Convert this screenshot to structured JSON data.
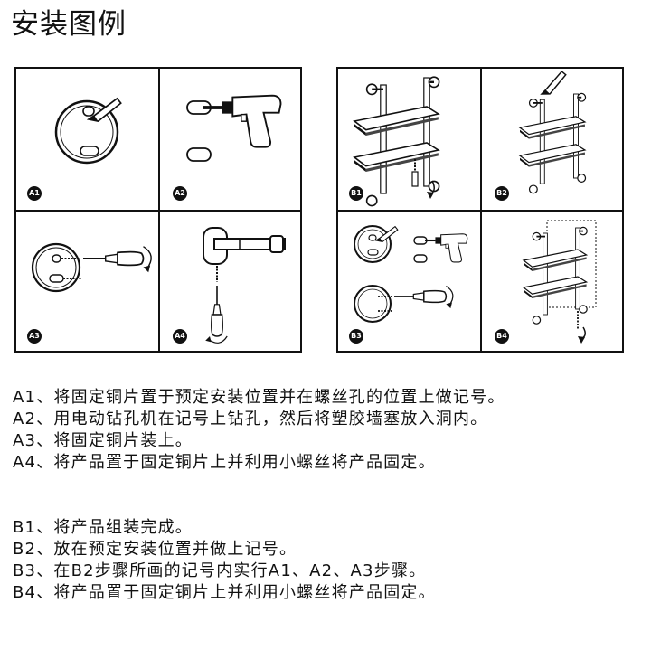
{
  "title": "安装图例",
  "badges": {
    "a1": "A1",
    "a2": "A2",
    "a3": "A3",
    "a4": "A4",
    "b1": "B1",
    "b2": "B2",
    "b3": "B3",
    "b4": "B4"
  },
  "steps_a": [
    "A1、将固定铜片置于预定安装位置并在螺丝孔的位置上做记号。",
    "A2、用电动钻孔机在记号上钻孔，然后将塑胶墙塞放入洞内。",
    "A3、将固定铜片装上。",
    "A4、将产品置于固定铜片上并利用小螺丝将产品固定。"
  ],
  "steps_b": [
    "B1、将产品组装完成。",
    "B2、放在预定安装位置并做上记号。",
    "B3、在B2步骤所画的记号内实行A1、A2、A3步骤。",
    "B4、将产品置于固定铜片上并利用小螺丝将产品固定。"
  ]
}
